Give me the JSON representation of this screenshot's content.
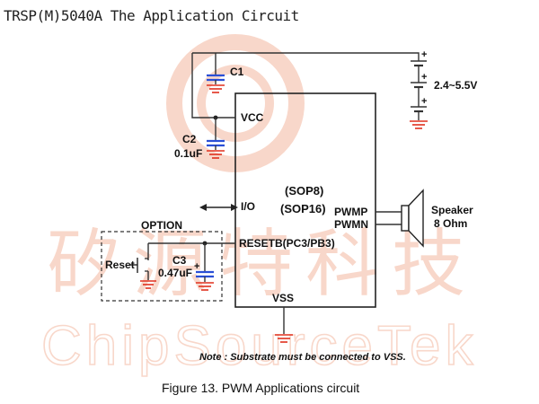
{
  "header": {
    "title": "TRSP(M)5040A The Application Circuit"
  },
  "watermark": {
    "logo": "ChipSourceTek logo",
    "cn": "矽源特科技",
    "en": "ChipSourceTek"
  },
  "ic": {
    "package_line1": "(SOP8)",
    "package_line2": "(SOP16)",
    "pins": {
      "vcc": "VCC",
      "io": "I/O",
      "pwmp": "PWMP",
      "pwmn": "PWMN",
      "resetb": "RESETB(PC3/PB3)",
      "vss": "VSS"
    }
  },
  "components": {
    "c1": {
      "name": "C1"
    },
    "c2": {
      "name": "C2",
      "value": "0.1uF"
    },
    "c3": {
      "name": "C3",
      "value": "0.47uF"
    },
    "reset_switch": {
      "name": "Reset"
    },
    "battery": {
      "voltage": "2.4~5.5V",
      "polarity_mark": "+"
    },
    "speaker": {
      "label": "Speaker",
      "impedance": "8 Ohm"
    },
    "option_box": {
      "label": "OPTION"
    },
    "c3_polarity": "+"
  },
  "note": "Note : Substrate must be connected to VSS.",
  "caption": "Figure 13.  PWM Applications circuit",
  "colors": {
    "capacitor": "#2a4fd6",
    "ground": "#e0301e",
    "watermark": "#f4b79f",
    "wire": "#333333"
  }
}
